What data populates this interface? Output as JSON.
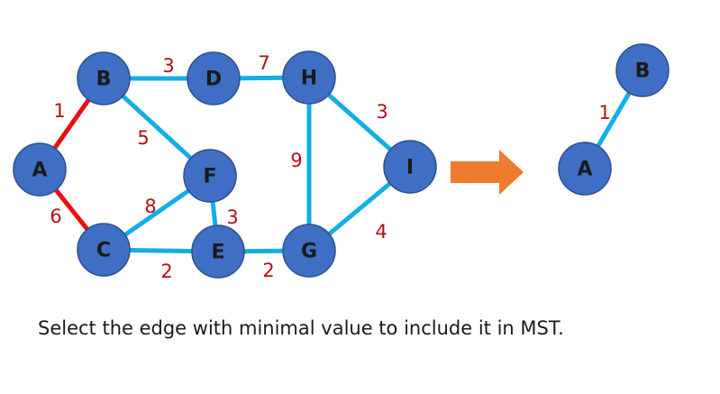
{
  "colors": {
    "node_fill": "#3f6fc4",
    "node_stroke": "#2c4f8c",
    "edge_default": "#13aee6",
    "edge_selected": "#e8100e",
    "weight_text": "#b50d16",
    "arrow": "#ef7b2e"
  },
  "graph": {
    "nodes": [
      {
        "id": "A",
        "label": "A"
      },
      {
        "id": "B",
        "label": "B"
      },
      {
        "id": "C",
        "label": "C"
      },
      {
        "id": "D",
        "label": "D"
      },
      {
        "id": "E",
        "label": "E"
      },
      {
        "id": "F",
        "label": "F"
      },
      {
        "id": "G",
        "label": "G"
      },
      {
        "id": "H",
        "label": "H"
      },
      {
        "id": "I",
        "label": "I"
      }
    ],
    "edges": [
      {
        "from": "A",
        "to": "B",
        "weight": "1",
        "highlighted": true
      },
      {
        "from": "A",
        "to": "C",
        "weight": "6",
        "highlighted": true
      },
      {
        "from": "B",
        "to": "D",
        "weight": "3",
        "highlighted": false
      },
      {
        "from": "B",
        "to": "F",
        "weight": "5",
        "highlighted": false
      },
      {
        "from": "D",
        "to": "H",
        "weight": "7",
        "highlighted": false
      },
      {
        "from": "C",
        "to": "F",
        "weight": "8",
        "highlighted": false
      },
      {
        "from": "F",
        "to": "E",
        "weight": "3",
        "highlighted": false
      },
      {
        "from": "C",
        "to": "E",
        "weight": "2",
        "highlighted": false
      },
      {
        "from": "E",
        "to": "G",
        "weight": "2",
        "highlighted": false
      },
      {
        "from": "H",
        "to": "G",
        "weight": "9",
        "highlighted": false
      },
      {
        "from": "H",
        "to": "I",
        "weight": "3",
        "highlighted": false
      },
      {
        "from": "G",
        "to": "I",
        "weight": "4",
        "highlighted": false
      }
    ]
  },
  "mst": {
    "nodes": [
      {
        "id": "A",
        "label": "A"
      },
      {
        "id": "B",
        "label": "B"
      }
    ],
    "edges": [
      {
        "from": "A",
        "to": "B",
        "weight": "1"
      }
    ]
  },
  "caption": "Select the edge with minimal value to include it in MST."
}
